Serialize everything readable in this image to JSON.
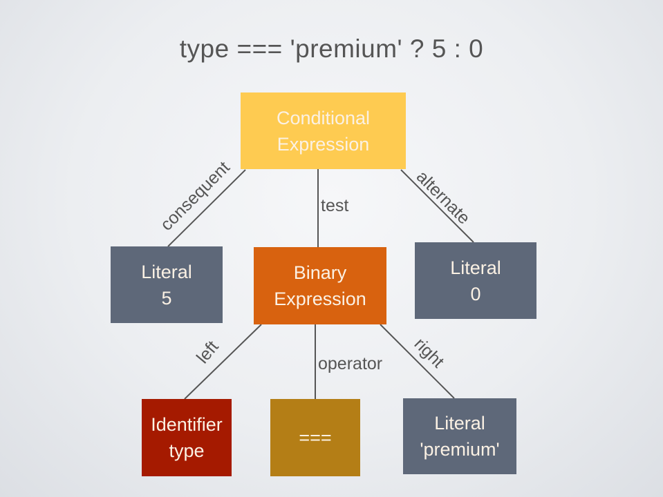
{
  "title": "type === 'premium' ? 5 : 0",
  "nodes": {
    "conditional": {
      "line1": "Conditional",
      "line2": "Expression",
      "color": "#fecb51"
    },
    "literal5": {
      "line1": "Literal",
      "line2": "5",
      "color": "#5e6879"
    },
    "binary": {
      "line1": "Binary",
      "line2": "Expression",
      "color": "#d8620f"
    },
    "literal0": {
      "line1": "Literal",
      "line2": "0",
      "color": "#5e6879"
    },
    "identifier": {
      "line1": "Identifier",
      "line2": "type",
      "color": "#a51a00"
    },
    "operator": {
      "line1": "===",
      "color": "#b47e16"
    },
    "literalPremium": {
      "line1": "Literal",
      "line2": "'premium'",
      "color": "#5e6879"
    }
  },
  "edges": {
    "consequent": "consequent",
    "test": "test",
    "alternate": "alternate",
    "left": "left",
    "operator": "operator",
    "right": "right"
  }
}
